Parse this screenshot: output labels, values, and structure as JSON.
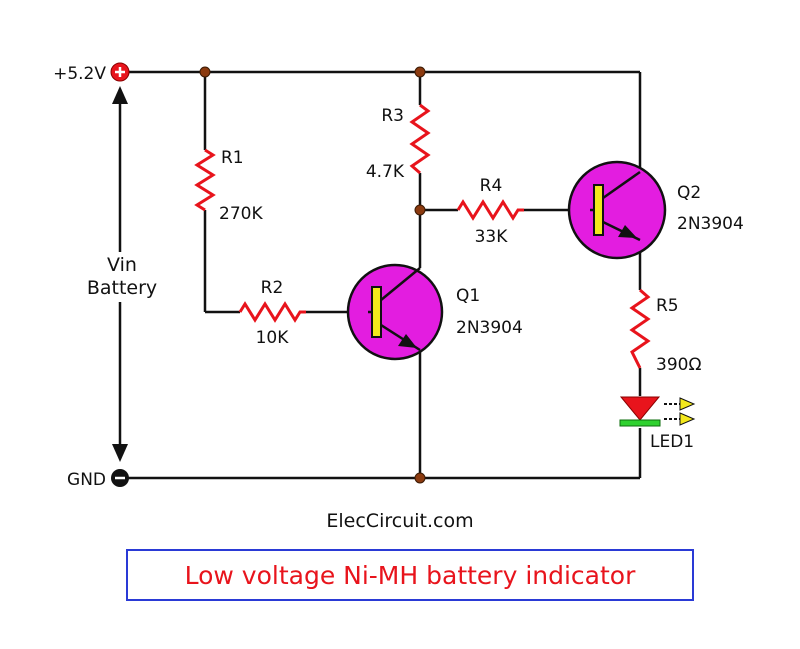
{
  "supply": {
    "positive_label": "+5.2V",
    "ground_label": "GND"
  },
  "battery": {
    "line1": "Vin",
    "line2": "Battery"
  },
  "resistors": [
    {
      "name": "R1",
      "value": "270K"
    },
    {
      "name": "R2",
      "value": "10K"
    },
    {
      "name": "R3",
      "value": "4.7K"
    },
    {
      "name": "R4",
      "value": "33K"
    },
    {
      "name": "R5",
      "value": "390Ω"
    }
  ],
  "transistors": [
    {
      "name": "Q1",
      "part": "2N3904"
    },
    {
      "name": "Q2",
      "part": "2N3904"
    }
  ],
  "led": {
    "name": "LED1"
  },
  "credit": "ElecCircuit.com",
  "title": "Low voltage Ni-MH battery indicator",
  "colors": {
    "resistor": "#e8141c",
    "transistor": "#e31de0",
    "base_bar": "#f3e81c",
    "led_triangle": "#e8141c",
    "led_bar": "#2fd12f",
    "light_arrows": "#f3e81c",
    "title_text": "#e8141c",
    "title_border": "#2a3ad6",
    "junction": "#8b3a0f"
  }
}
